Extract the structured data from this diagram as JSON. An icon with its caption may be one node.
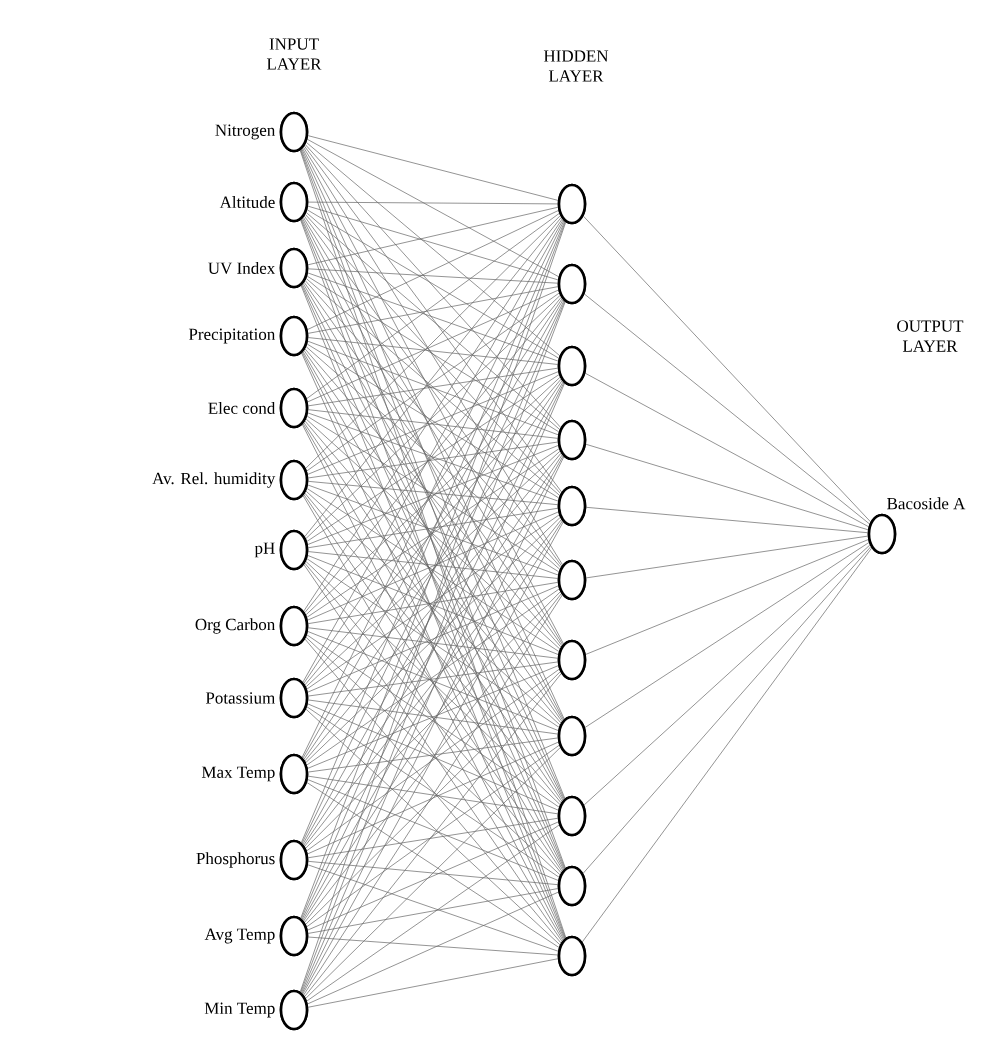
{
  "diagram": {
    "nodes": [
      {
        "text": [],
        "shape": "circle",
        "beside": [
          "Nitrogen"
        ]
      },
      {
        "text": [],
        "shape": "circle",
        "beside": [
          "Altitude"
        ]
      },
      {
        "text": [],
        "shape": "circle",
        "beside": [
          "UV Index"
        ]
      },
      {
        "text": [],
        "shape": "circle",
        "beside": [
          "Precipitation"
        ]
      },
      {
        "text": [],
        "shape": "circle",
        "beside": [
          "Elec cond"
        ]
      },
      {
        "text": [],
        "shape": "circle",
        "beside": [
          "Av. Rel. humidity"
        ]
      },
      {
        "text": [],
        "shape": "circle",
        "beside": [
          "pH"
        ]
      },
      {
        "text": [],
        "shape": "circle",
        "beside": [
          "Org Carbon"
        ]
      },
      {
        "text": [],
        "shape": "circle",
        "beside": [
          "Potassium"
        ]
      },
      {
        "text": [],
        "shape": "circle",
        "beside": [
          "Max Temp"
        ]
      },
      {
        "text": [],
        "shape": "circle",
        "beside": [
          "Phosphorus"
        ]
      },
      {
        "text": [],
        "shape": "circle",
        "beside": [
          "Avg Temp"
        ]
      },
      {
        "text": [],
        "shape": "circle",
        "beside": [
          "Min Temp"
        ]
      },
      {
        "text": [],
        "shape": "circle"
      },
      {
        "text": [],
        "shape": "circle"
      },
      {
        "text": [],
        "shape": "circle"
      },
      {
        "text": [],
        "shape": "circle"
      },
      {
        "text": [],
        "shape": "circle"
      },
      {
        "text": [],
        "shape": "circle"
      },
      {
        "text": [],
        "shape": "circle"
      },
      {
        "text": [],
        "shape": "circle"
      },
      {
        "text": [],
        "shape": "circle"
      },
      {
        "text": [],
        "shape": "circle"
      },
      {
        "text": [],
        "shape": "circle"
      },
      {
        "text": [],
        "shape": "circle",
        "beside": [
          "Bacoside A"
        ]
      }
    ],
    "edges": [
      {
        "from": 0,
        "to": 13,
        "arrow": "none"
      },
      {
        "from": 0,
        "to": 14,
        "arrow": "none"
      },
      {
        "from": 0,
        "to": 15,
        "arrow": "none"
      },
      {
        "from": 0,
        "to": 16,
        "arrow": "none"
      },
      {
        "from": 0,
        "to": 17,
        "arrow": "none"
      },
      {
        "from": 0,
        "to": 18,
        "arrow": "none"
      },
      {
        "from": 0,
        "to": 19,
        "arrow": "none"
      },
      {
        "from": 0,
        "to": 20,
        "arrow": "none"
      },
      {
        "from": 0,
        "to": 21,
        "arrow": "none"
      },
      {
        "from": 0,
        "to": 22,
        "arrow": "none"
      },
      {
        "from": 0,
        "to": 23,
        "arrow": "none"
      },
      {
        "from": 1,
        "to": 13,
        "arrow": "none"
      },
      {
        "from": 1,
        "to": 14,
        "arrow": "none"
      },
      {
        "from": 1,
        "to": 15,
        "arrow": "none"
      },
      {
        "from": 1,
        "to": 16,
        "arrow": "none"
      },
      {
        "from": 1,
        "to": 17,
        "arrow": "none"
      },
      {
        "from": 1,
        "to": 18,
        "arrow": "none"
      },
      {
        "from": 1,
        "to": 19,
        "arrow": "none"
      },
      {
        "from": 1,
        "to": 20,
        "arrow": "none"
      },
      {
        "from": 1,
        "to": 21,
        "arrow": "none"
      },
      {
        "from": 1,
        "to": 22,
        "arrow": "none"
      },
      {
        "from": 1,
        "to": 23,
        "arrow": "none"
      },
      {
        "from": 2,
        "to": 13,
        "arrow": "none"
      },
      {
        "from": 2,
        "to": 14,
        "arrow": "none"
      },
      {
        "from": 2,
        "to": 15,
        "arrow": "none"
      },
      {
        "from": 2,
        "to": 16,
        "arrow": "none"
      },
      {
        "from": 2,
        "to": 17,
        "arrow": "none"
      },
      {
        "from": 2,
        "to": 18,
        "arrow": "none"
      },
      {
        "from": 2,
        "to": 19,
        "arrow": "none"
      },
      {
        "from": 2,
        "to": 20,
        "arrow": "none"
      },
      {
        "from": 2,
        "to": 21,
        "arrow": "none"
      },
      {
        "from": 2,
        "to": 22,
        "arrow": "none"
      },
      {
        "from": 2,
        "to": 23,
        "arrow": "none"
      },
      {
        "from": 3,
        "to": 13,
        "arrow": "none"
      },
      {
        "from": 3,
        "to": 14,
        "arrow": "none"
      },
      {
        "from": 3,
        "to": 15,
        "arrow": "none"
      },
      {
        "from": 3,
        "to": 16,
        "arrow": "none"
      },
      {
        "from": 3,
        "to": 17,
        "arrow": "none"
      },
      {
        "from": 3,
        "to": 18,
        "arrow": "none"
      },
      {
        "from": 3,
        "to": 19,
        "arrow": "none"
      },
      {
        "from": 3,
        "to": 20,
        "arrow": "none"
      },
      {
        "from": 3,
        "to": 21,
        "arrow": "none"
      },
      {
        "from": 3,
        "to": 22,
        "arrow": "none"
      },
      {
        "from": 3,
        "to": 23,
        "arrow": "none"
      },
      {
        "from": 4,
        "to": 13,
        "arrow": "none"
      },
      {
        "from": 4,
        "to": 14,
        "arrow": "none"
      },
      {
        "from": 4,
        "to": 15,
        "arrow": "none"
      },
      {
        "from": 4,
        "to": 16,
        "arrow": "none"
      },
      {
        "from": 4,
        "to": 17,
        "arrow": "none"
      },
      {
        "from": 4,
        "to": 18,
        "arrow": "none"
      },
      {
        "from": 4,
        "to": 19,
        "arrow": "none"
      },
      {
        "from": 4,
        "to": 20,
        "arrow": "none"
      },
      {
        "from": 4,
        "to": 21,
        "arrow": "none"
      },
      {
        "from": 4,
        "to": 22,
        "arrow": "none"
      },
      {
        "from": 4,
        "to": 23,
        "arrow": "none"
      },
      {
        "from": 5,
        "to": 13,
        "arrow": "none"
      },
      {
        "from": 5,
        "to": 14,
        "arrow": "none"
      },
      {
        "from": 5,
        "to": 15,
        "arrow": "none"
      },
      {
        "from": 5,
        "to": 16,
        "arrow": "none"
      },
      {
        "from": 5,
        "to": 17,
        "arrow": "none"
      },
      {
        "from": 5,
        "to": 18,
        "arrow": "none"
      },
      {
        "from": 5,
        "to": 19,
        "arrow": "none"
      },
      {
        "from": 5,
        "to": 20,
        "arrow": "none"
      },
      {
        "from": 5,
        "to": 21,
        "arrow": "none"
      },
      {
        "from": 5,
        "to": 22,
        "arrow": "none"
      },
      {
        "from": 5,
        "to": 23,
        "arrow": "none"
      },
      {
        "from": 6,
        "to": 13,
        "arrow": "none"
      },
      {
        "from": 6,
        "to": 14,
        "arrow": "none"
      },
      {
        "from": 6,
        "to": 15,
        "arrow": "none"
      },
      {
        "from": 6,
        "to": 16,
        "arrow": "none"
      },
      {
        "from": 6,
        "to": 17,
        "arrow": "none"
      },
      {
        "from": 6,
        "to": 18,
        "arrow": "none"
      },
      {
        "from": 6,
        "to": 19,
        "arrow": "none"
      },
      {
        "from": 6,
        "to": 20,
        "arrow": "none"
      },
      {
        "from": 6,
        "to": 21,
        "arrow": "none"
      },
      {
        "from": 6,
        "to": 22,
        "arrow": "none"
      },
      {
        "from": 6,
        "to": 23,
        "arrow": "none"
      },
      {
        "from": 7,
        "to": 13,
        "arrow": "none"
      },
      {
        "from": 7,
        "to": 14,
        "arrow": "none"
      },
      {
        "from": 7,
        "to": 15,
        "arrow": "none"
      },
      {
        "from": 7,
        "to": 16,
        "arrow": "none"
      },
      {
        "from": 7,
        "to": 17,
        "arrow": "none"
      },
      {
        "from": 7,
        "to": 18,
        "arrow": "none"
      },
      {
        "from": 7,
        "to": 19,
        "arrow": "none"
      },
      {
        "from": 7,
        "to": 20,
        "arrow": "none"
      },
      {
        "from": 7,
        "to": 21,
        "arrow": "none"
      },
      {
        "from": 7,
        "to": 22,
        "arrow": "none"
      },
      {
        "from": 7,
        "to": 23,
        "arrow": "none"
      },
      {
        "from": 8,
        "to": 13,
        "arrow": "none"
      },
      {
        "from": 8,
        "to": 14,
        "arrow": "none"
      },
      {
        "from": 8,
        "to": 15,
        "arrow": "none"
      },
      {
        "from": 8,
        "to": 16,
        "arrow": "none"
      },
      {
        "from": 8,
        "to": 17,
        "arrow": "none"
      },
      {
        "from": 8,
        "to": 18,
        "arrow": "none"
      },
      {
        "from": 8,
        "to": 19,
        "arrow": "none"
      },
      {
        "from": 8,
        "to": 20,
        "arrow": "none"
      },
      {
        "from": 8,
        "to": 21,
        "arrow": "none"
      },
      {
        "from": 8,
        "to": 22,
        "arrow": "none"
      },
      {
        "from": 8,
        "to": 23,
        "arrow": "none"
      },
      {
        "from": 9,
        "to": 13,
        "arrow": "none"
      },
      {
        "from": 9,
        "to": 14,
        "arrow": "none"
      },
      {
        "from": 9,
        "to": 15,
        "arrow": "none"
      },
      {
        "from": 9,
        "to": 16,
        "arrow": "none"
      },
      {
        "from": 9,
        "to": 17,
        "arrow": "none"
      },
      {
        "from": 9,
        "to": 18,
        "arrow": "none"
      },
      {
        "from": 9,
        "to": 19,
        "arrow": "none"
      },
      {
        "from": 9,
        "to": 20,
        "arrow": "none"
      },
      {
        "from": 9,
        "to": 21,
        "arrow": "none"
      },
      {
        "from": 9,
        "to": 22,
        "arrow": "none"
      },
      {
        "from": 9,
        "to": 23,
        "arrow": "none"
      },
      {
        "from": 10,
        "to": 13,
        "arrow": "none"
      },
      {
        "from": 10,
        "to": 14,
        "arrow": "none"
      },
      {
        "from": 10,
        "to": 15,
        "arrow": "none"
      },
      {
        "from": 10,
        "to": 16,
        "arrow": "none"
      },
      {
        "from": 10,
        "to": 17,
        "arrow": "none"
      },
      {
        "from": 10,
        "to": 18,
        "arrow": "none"
      },
      {
        "from": 10,
        "to": 19,
        "arrow": "none"
      },
      {
        "from": 10,
        "to": 20,
        "arrow": "none"
      },
      {
        "from": 10,
        "to": 21,
        "arrow": "none"
      },
      {
        "from": 10,
        "to": 22,
        "arrow": "none"
      },
      {
        "from": 10,
        "to": 23,
        "arrow": "none"
      },
      {
        "from": 11,
        "to": 13,
        "arrow": "none"
      },
      {
        "from": 11,
        "to": 14,
        "arrow": "none"
      },
      {
        "from": 11,
        "to": 15,
        "arrow": "none"
      },
      {
        "from": 11,
        "to": 16,
        "arrow": "none"
      },
      {
        "from": 11,
        "to": 17,
        "arrow": "none"
      },
      {
        "from": 11,
        "to": 18,
        "arrow": "none"
      },
      {
        "from": 11,
        "to": 19,
        "arrow": "none"
      },
      {
        "from": 11,
        "to": 20,
        "arrow": "none"
      },
      {
        "from": 11,
        "to": 21,
        "arrow": "none"
      },
      {
        "from": 11,
        "to": 22,
        "arrow": "none"
      },
      {
        "from": 11,
        "to": 23,
        "arrow": "none"
      },
      {
        "from": 12,
        "to": 13,
        "arrow": "none"
      },
      {
        "from": 12,
        "to": 14,
        "arrow": "none"
      },
      {
        "from": 12,
        "to": 15,
        "arrow": "none"
      },
      {
        "from": 12,
        "to": 16,
        "arrow": "none"
      },
      {
        "from": 12,
        "to": 17,
        "arrow": "none"
      },
      {
        "from": 12,
        "to": 18,
        "arrow": "none"
      },
      {
        "from": 12,
        "to": 19,
        "arrow": "none"
      },
      {
        "from": 12,
        "to": 20,
        "arrow": "none"
      },
      {
        "from": 12,
        "to": 21,
        "arrow": "none"
      },
      {
        "from": 12,
        "to": 22,
        "arrow": "none"
      },
      {
        "from": 12,
        "to": 23,
        "arrow": "none"
      },
      {
        "from": 13,
        "to": 24,
        "arrow": "none"
      },
      {
        "from": 14,
        "to": 24,
        "arrow": "none"
      },
      {
        "from": 15,
        "to": 24,
        "arrow": "none"
      },
      {
        "from": 16,
        "to": 24,
        "arrow": "none"
      },
      {
        "from": 17,
        "to": 24,
        "arrow": "none"
      },
      {
        "from": 18,
        "to": 24,
        "arrow": "none"
      },
      {
        "from": 19,
        "to": 24,
        "arrow": "none"
      },
      {
        "from": 20,
        "to": 24,
        "arrow": "none"
      },
      {
        "from": 21,
        "to": 24,
        "arrow": "none"
      },
      {
        "from": 22,
        "to": 24,
        "arrow": "none"
      },
      {
        "from": 23,
        "to": 24,
        "arrow": "none"
      }
    ],
    "labels": [
      "INPUT LAYER",
      "HIDDEN LAYER",
      "OUTPUT LAYER"
    ]
  }
}
